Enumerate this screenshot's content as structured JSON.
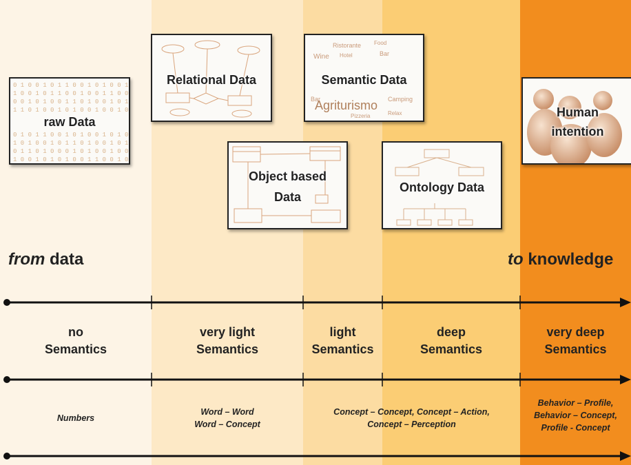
{
  "colors": {
    "band_1": "#fdf4e6",
    "band_2": "#fde9c6",
    "band_3": "#fcdca2",
    "band_4": "#fbcd74",
    "band_5": "#f28d1e",
    "axis": "#111111"
  },
  "boxes": {
    "raw": "raw Data",
    "relational": "Relational Data",
    "semantic": "Semantic Data",
    "object_line1": "Object based",
    "object_line2": "Data",
    "ontology": "Ontology Data",
    "human_line1": "Human",
    "human_line2": "intention"
  },
  "headings": {
    "from_italic": "from",
    "from_rest": "data",
    "to_italic": "to",
    "to_rest": "knowledge"
  },
  "levels": [
    {
      "line1": "no",
      "line2": "Semantics"
    },
    {
      "line1": "very light",
      "line2": "Semantics"
    },
    {
      "line1": "light",
      "line2": "Semantics"
    },
    {
      "line1": "deep",
      "line2": "Semantics"
    },
    {
      "line1": "very deep",
      "line2": "Semantics"
    }
  ],
  "examples": {
    "numbers": "Numbers",
    "word_1": "Word – Word",
    "word_2": "Word – Concept",
    "concept_1": "Concept – Concept, Concept – Action,",
    "concept_2": "Concept – Perception",
    "behavior_1": "Behavior – Profile,",
    "behavior_2": "Behavior – Concept,",
    "behavior_3": "Profile - Concept"
  }
}
